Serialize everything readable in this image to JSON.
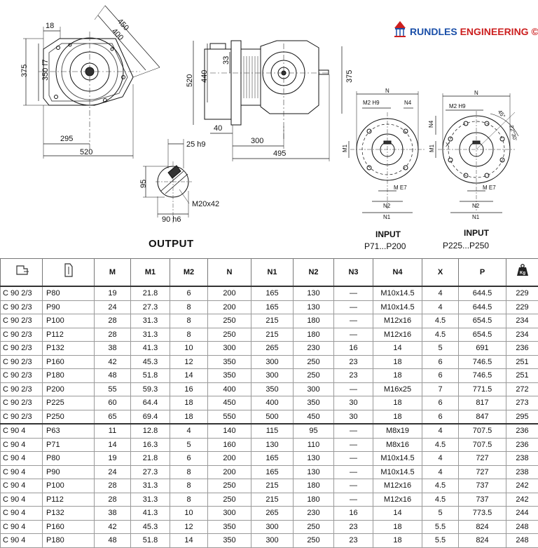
{
  "brand": {
    "part1": "RUNDLES ",
    "part2": "ENGINEERING ©",
    "color_blue": "#1a4fa8",
    "color_red": "#cc1f1f"
  },
  "front_view": {
    "d450": "450",
    "d400": "400",
    "d18": "18",
    "d375": "375",
    "d350": "350 f7",
    "d295": "295",
    "d520": "520"
  },
  "side_view": {
    "d33": "33",
    "d520": "520",
    "d440": "440",
    "d375": "375",
    "d40": "40",
    "d300": "300",
    "d495": "495"
  },
  "shaft": {
    "d25": "25 h9",
    "d95": "95",
    "m20": "M20x42",
    "d90": "90 h6"
  },
  "output_label": "OUTPUT",
  "input1": {
    "n": "N",
    "m2": "M2 H9",
    "n4": "N4",
    "m1": "M1",
    "me": "M E7",
    "n2": "N2",
    "n1": "N1",
    "title": "INPUT",
    "range": "P71...P200"
  },
  "input2": {
    "n": "N",
    "m2": "M2 H9",
    "n4": "N4",
    "m1": "M1",
    "x": "X",
    "me": "M E7",
    "n2": "N2",
    "n1": "N1",
    "a45": "45°",
    "a22": "22°30'",
    "title": "INPUT",
    "range": "P225...P250"
  },
  "table": {
    "headers": {
      "icon1": "gearbox-icon",
      "icon2": "motor-frame-icon",
      "m": "M",
      "m1": "M1",
      "m2": "M2",
      "n": "N",
      "n1": "N1",
      "n2": "N2",
      "n3": "N3",
      "n4": "N4",
      "x": "X",
      "p": "P",
      "icon3": "weight-kg-icon",
      "kg": "Kg"
    },
    "rows": [
      [
        "C 90 2/3",
        "P80",
        "19",
        "21.8",
        "6",
        "200",
        "165",
        "130",
        "—",
        "M10x14.5",
        "4",
        "644.5",
        "229"
      ],
      [
        "C 90 2/3",
        "P90",
        "24",
        "27.3",
        "8",
        "200",
        "165",
        "130",
        "—",
        "M10x14.5",
        "4",
        "644.5",
        "229"
      ],
      [
        "C 90 2/3",
        "P100",
        "28",
        "31.3",
        "8",
        "250",
        "215",
        "180",
        "—",
        "M12x16",
        "4.5",
        "654.5",
        "234"
      ],
      [
        "C 90 2/3",
        "P112",
        "28",
        "31.3",
        "8",
        "250",
        "215",
        "180",
        "—",
        "M12x16",
        "4.5",
        "654.5",
        "234"
      ],
      [
        "C 90 2/3",
        "P132",
        "38",
        "41.3",
        "10",
        "300",
        "265",
        "230",
        "16",
        "14",
        "5",
        "691",
        "236"
      ],
      [
        "C 90 2/3",
        "P160",
        "42",
        "45.3",
        "12",
        "350",
        "300",
        "250",
        "23",
        "18",
        "6",
        "746.5",
        "251"
      ],
      [
        "C 90 2/3",
        "P180",
        "48",
        "51.8",
        "14",
        "350",
        "300",
        "250",
        "23",
        "18",
        "6",
        "746.5",
        "251"
      ],
      [
        "C 90 2/3",
        "P200",
        "55",
        "59.3",
        "16",
        "400",
        "350",
        "300",
        "—",
        "M16x25",
        "7",
        "771.5",
        "272"
      ],
      [
        "C 90 2/3",
        "P225",
        "60",
        "64.4",
        "18",
        "450",
        "400",
        "350",
        "30",
        "18",
        "6",
        "817",
        "273"
      ],
      [
        "C 90 2/3",
        "P250",
        "65",
        "69.4",
        "18",
        "550",
        "500",
        "450",
        "30",
        "18",
        "6",
        "847",
        "295"
      ],
      [
        "C 90 4",
        "P63",
        "11",
        "12.8",
        "4",
        "140",
        "115",
        "95",
        "—",
        "M8x19",
        "4",
        "707.5",
        "236"
      ],
      [
        "C 90 4",
        "P71",
        "14",
        "16.3",
        "5",
        "160",
        "130",
        "110",
        "—",
        "M8x16",
        "4.5",
        "707.5",
        "236"
      ],
      [
        "C 90 4",
        "P80",
        "19",
        "21.8",
        "6",
        "200",
        "165",
        "130",
        "—",
        "M10x14.5",
        "4",
        "727",
        "238"
      ],
      [
        "C 90 4",
        "P90",
        "24",
        "27.3",
        "8",
        "200",
        "165",
        "130",
        "—",
        "M10x14.5",
        "4",
        "727",
        "238"
      ],
      [
        "C 90 4",
        "P100",
        "28",
        "31.3",
        "8",
        "250",
        "215",
        "180",
        "—",
        "M12x16",
        "4.5",
        "737",
        "242"
      ],
      [
        "C 90 4",
        "P112",
        "28",
        "31.3",
        "8",
        "250",
        "215",
        "180",
        "—",
        "M12x16",
        "4.5",
        "737",
        "242"
      ],
      [
        "C 90 4",
        "P132",
        "38",
        "41.3",
        "10",
        "300",
        "265",
        "230",
        "16",
        "14",
        "5",
        "773.5",
        "244"
      ],
      [
        "C 90 4",
        "P160",
        "42",
        "45.3",
        "12",
        "350",
        "300",
        "250",
        "23",
        "18",
        "5.5",
        "824",
        "248"
      ],
      [
        "C 90 4",
        "P180",
        "48",
        "51.8",
        "14",
        "350",
        "300",
        "250",
        "23",
        "18",
        "5.5",
        "824",
        "248"
      ]
    ]
  }
}
